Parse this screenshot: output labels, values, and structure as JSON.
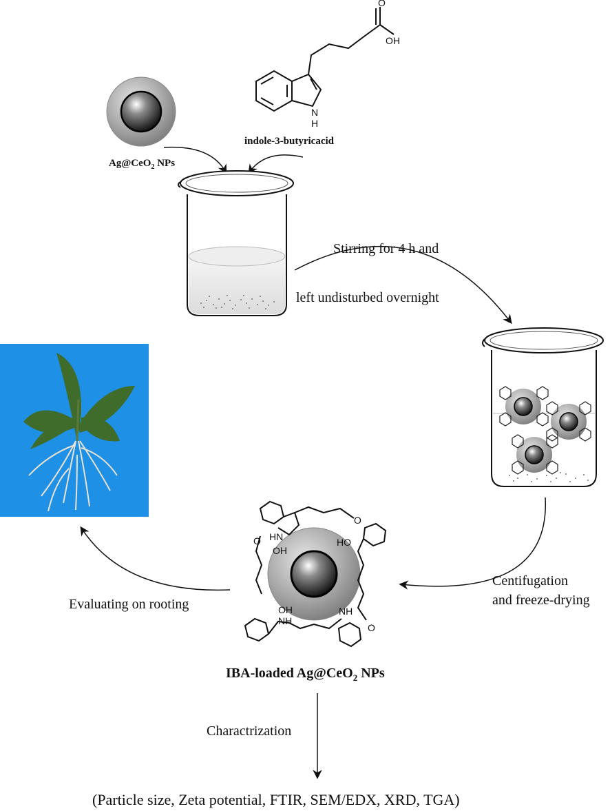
{
  "labels": {
    "np_name": "Ag@CeO",
    "np_sub": "2",
    "np_tail": " NPs",
    "iba_name": "indole-3-butyricacid",
    "stir_line1": "Stirring for 4 h and",
    "stir_line2": "left undisturbed overnight",
    "centri_line1": "Centifugation",
    "centri_line2": "and freeze-drying",
    "evaluate": "Evaluating on rooting",
    "product_name": "IBA-loaded Ag@CeO",
    "product_sub": "2",
    "product_tail": " NPs",
    "characterization": "Charactrization",
    "techniques": "(Particle size, Zeta potential, FTIR, SEM/EDX, XRD, TGA)"
  },
  "molecule": {
    "oh": "OH",
    "o": "O",
    "h": "H",
    "n": "N",
    "hn": "HN",
    "nh": "NH",
    "ho": "HO"
  },
  "colors": {
    "shell_gray": "#a0a0a0",
    "core_dark": "#2a2a2a",
    "plant_bg": "#1e90e6",
    "leaf_green": "#3f6b2b",
    "root_tan": "#e8e2d2"
  }
}
